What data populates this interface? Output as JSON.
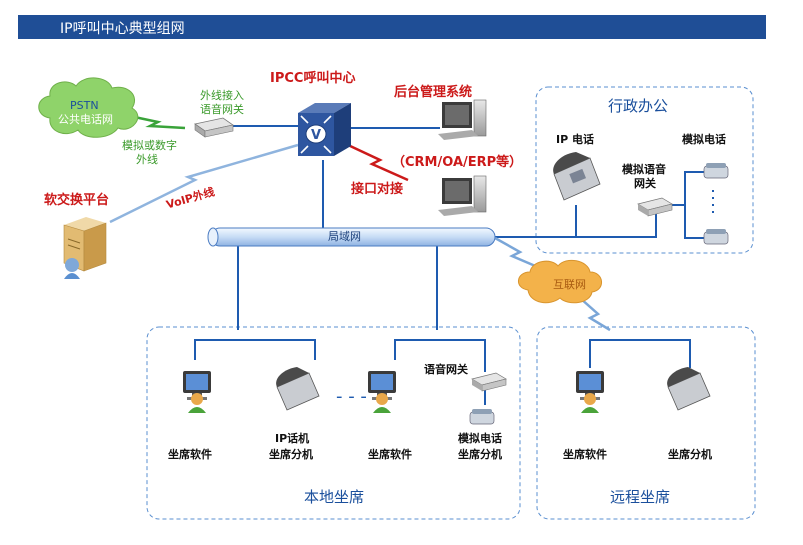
{
  "header": {
    "title": "IP呼叫中心典型组网"
  },
  "colors": {
    "banner": "#1f4e96",
    "accent_red": "#cc1a1a",
    "text_blue": "#1a4f9c",
    "cloud_green": "#8fd36a",
    "cloud_orange": "#f3b24a"
  },
  "nodes": {
    "ipcc": "IPCC呼叫中心",
    "backend": "后台管理系统",
    "crm": "（CRM/OA/ERP等）",
    "interface": "接口对接",
    "pstn_line1": "PSTN",
    "pstn_line2": "公共电话网",
    "trunk_gateway_line1": "外线接入",
    "trunk_gateway_line2": "语音网关",
    "analog_digital_line1": "模拟或数字",
    "analog_digital_line2": "外线",
    "softswitch": "软交换平台",
    "voip": "VoIP外线",
    "lan": "局域网",
    "internet": "互联网"
  },
  "admin_office": {
    "title": "行政办公",
    "ip_phone": "IP 电话",
    "analog_gateway_line1": "模拟语音",
    "analog_gateway_line2": "网关",
    "analog_phone": "模拟电话"
  },
  "local_seats": {
    "title": "本地坐席",
    "seat_software_1": "坐席软件",
    "ip_phone_line1": "IP话机",
    "ip_phone_line2": "坐席分机",
    "seat_software_2": "坐席软件",
    "voice_gateway": "语音网关",
    "analog_phone_line1": "模拟电话",
    "analog_phone_line2": "坐席分机"
  },
  "remote_seats": {
    "title": "远程坐席",
    "seat_software": "坐席软件",
    "seat_extension": "坐席分机"
  }
}
